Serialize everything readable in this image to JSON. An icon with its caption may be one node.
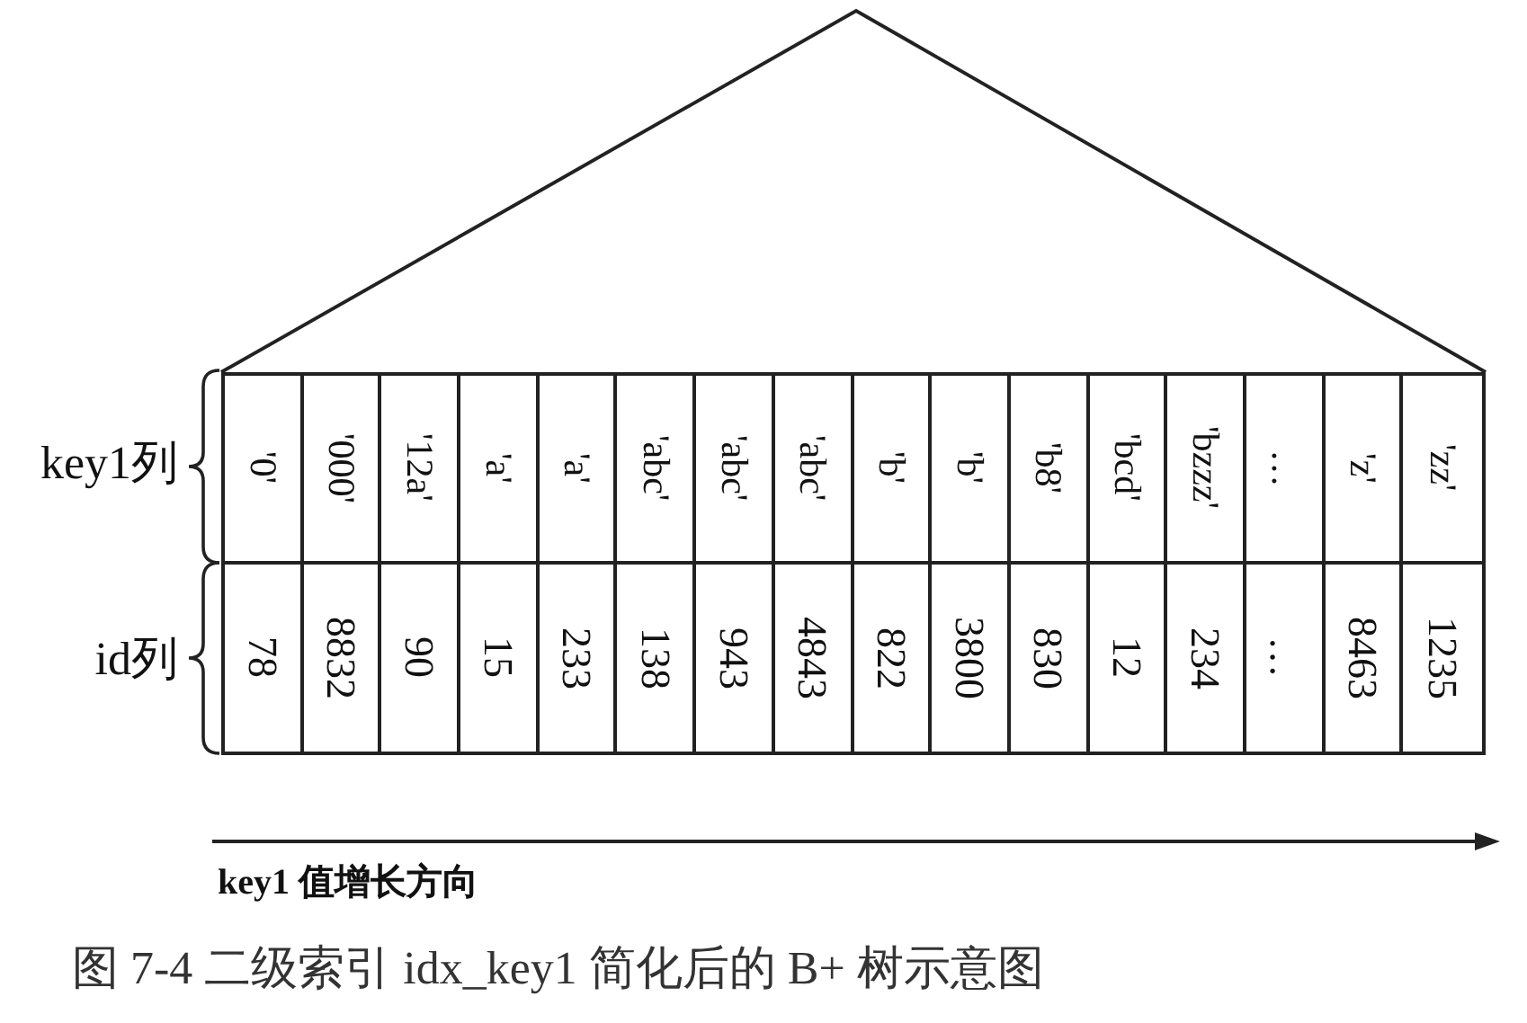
{
  "diagram": {
    "caption": "图 7-4 二级索引 idx_key1 简化后的 B+ 树示意图",
    "labels": [
      "key1列",
      "'0'",
      "'000'",
      "'12a'",
      "'a'",
      "'a'",
      "'abc'",
      "'abc'",
      "'abc'",
      "'b'",
      "'b'",
      "'b8'",
      "'bcd'",
      "'bzzz'",
      "…",
      "'z'",
      "'zz'",
      "id列",
      "78",
      "8832",
      "90",
      "15",
      "233",
      "138",
      "943",
      "4843",
      "822",
      "3800",
      "830",
      "12",
      "234",
      "…",
      "8463",
      "1235",
      "key1 值增长方向"
    ]
  }
}
